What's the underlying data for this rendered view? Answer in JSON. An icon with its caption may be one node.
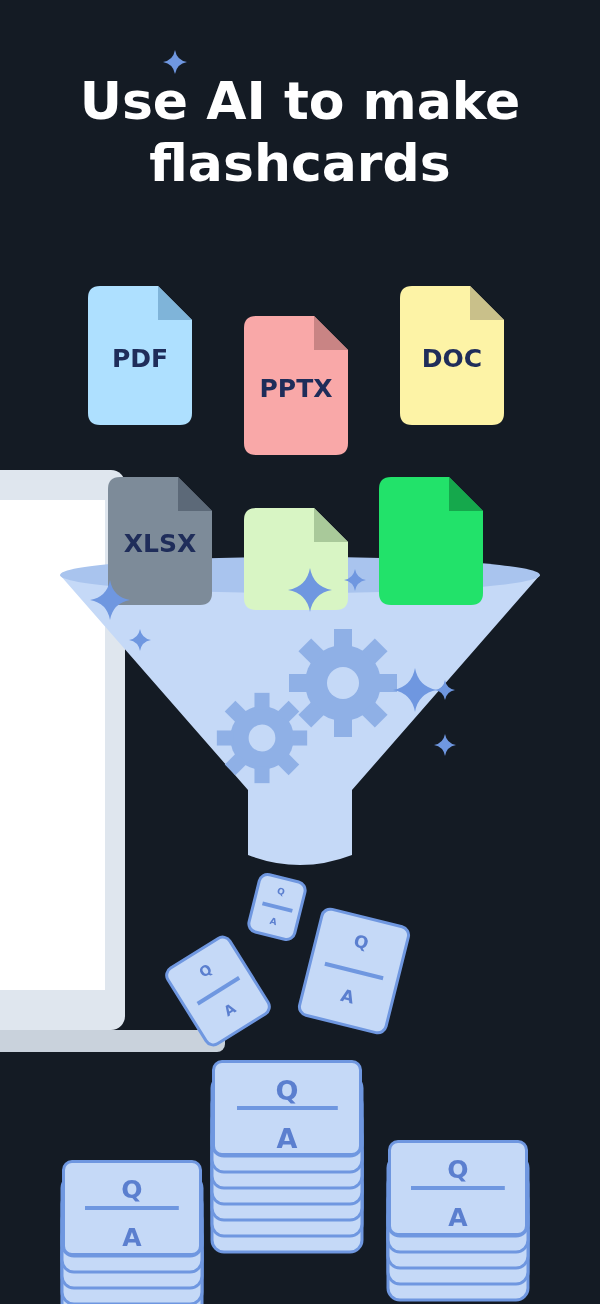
{
  "diagram": {
    "title": "Use AI to make flashcards",
    "nodes": [
      {
        "text": [
          "PDF"
        ]
      },
      {
        "text": [
          "PPTX"
        ]
      },
      {
        "text": [
          "DOC"
        ]
      },
      {
        "text": [
          "XLSX"
        ]
      },
      {
        "text": [],
        "shape": "box"
      },
      {
        "text": [],
        "shape": "box"
      },
      {
        "text": [
          "Q",
          "A"
        ]
      },
      {
        "text": [
          "Q",
          "A"
        ]
      },
      {
        "text": [
          "Q",
          "A"
        ]
      },
      {
        "text": [
          "Q",
          "A"
        ]
      },
      {
        "text": [
          "Q",
          "A"
        ]
      },
      {
        "text": [
          "Q",
          "A"
        ]
      }
    ]
  }
}
